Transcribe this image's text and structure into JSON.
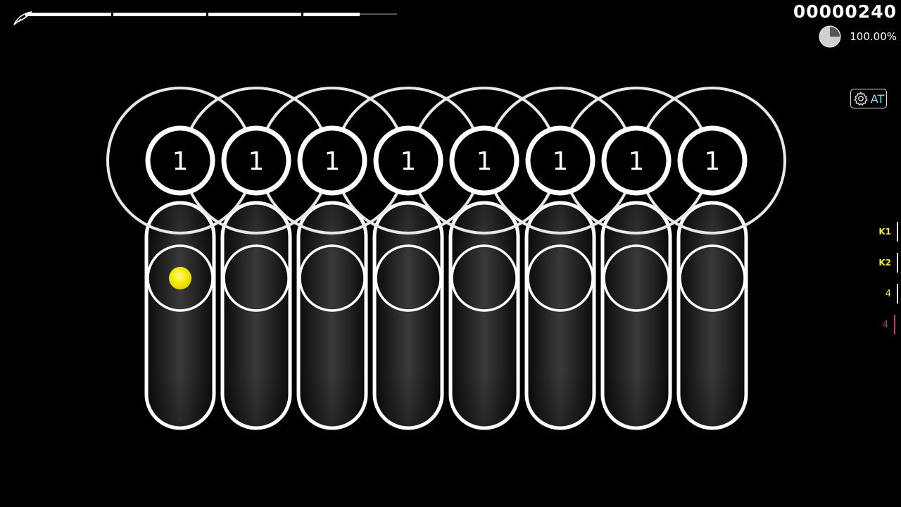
{
  "hud": {
    "score": "00000240",
    "accuracy": "100.00%",
    "accuracy_pie_fraction": 0.75,
    "health_fraction": 0.9
  },
  "mod": {
    "label": "AT",
    "icon": "gear-icon"
  },
  "key_overlay": [
    {
      "label": "K1",
      "color": "#f2e93b"
    },
    {
      "label": "K2",
      "color": "#f2e93b"
    },
    {
      "label": "4",
      "color": "#f2e93b"
    },
    {
      "label": "4",
      "color": "#b83a7a"
    }
  ],
  "playfield": {
    "hit_number": "1",
    "slider_count": 8,
    "active_slider_index": 0,
    "ball_color": "#f5ec12"
  }
}
